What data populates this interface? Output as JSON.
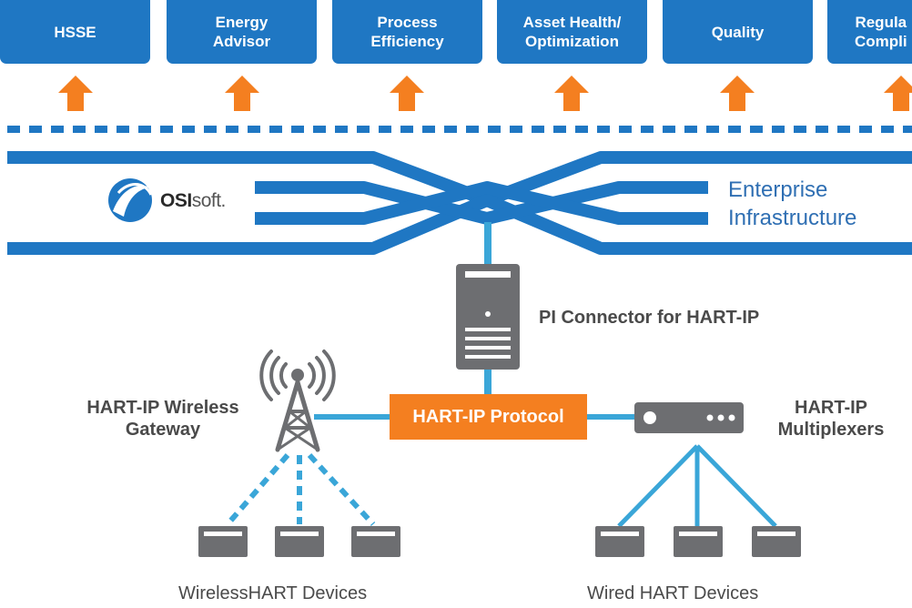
{
  "top_boxes": [
    {
      "label": "HSSE"
    },
    {
      "label": "Energy\nAdvisor"
    },
    {
      "label": "Process\nEfficiency"
    },
    {
      "label": "Asset Health/\nOptimization"
    },
    {
      "label": "Quality"
    },
    {
      "label": "Regula\nCompli"
    }
  ],
  "logo": {
    "bold": "OSI",
    "rest": "soft."
  },
  "enterprise_label": "Enterprise\nInfrastructure",
  "connector_label": "PI Connector for HART-IP",
  "protocol_label": "HART-IP Protocol",
  "gateway_label": "HART-IP Wireless\nGateway",
  "multiplexer_label": "HART-IP\nMultiplexers",
  "wireless_devices_label": "WirelessHART Devices",
  "wired_devices_label": "Wired HART Devices",
  "colors": {
    "blue": "#1f77c3",
    "orange": "#f47f20",
    "light_blue": "#3aa6d8",
    "gray": "#6d6e71"
  }
}
